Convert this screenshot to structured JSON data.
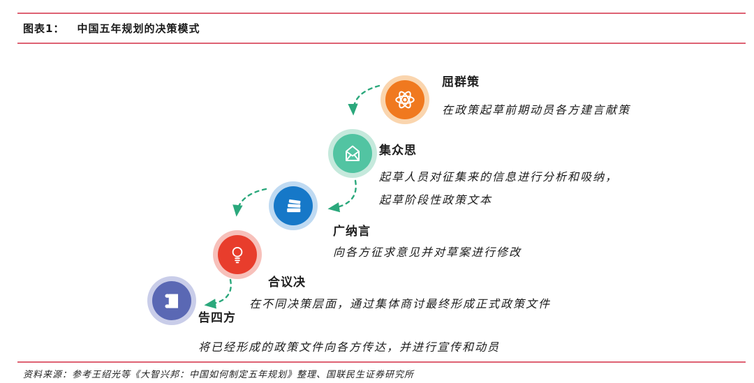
{
  "header": {
    "figure_label": "图表1：",
    "title": "中国五年规划的决策模式"
  },
  "source_note": "资料来源：参考王绍光等《大智兴邦：中国如何制定五年规划》整理、国联民生证券研究所",
  "colors": {
    "rule_line": "#DE6273",
    "arrow": "#2BA87C",
    "label_text": "#1f1f1f",
    "desc_text": "#1c1c1c"
  },
  "diagram": {
    "steps": [
      {
        "name": "屈群策",
        "icon": "atom-icon",
        "color": "#F0791F",
        "ring_color": "#FAD5AE",
        "desc_lines": [
          "在政策起草前期动员各方建言献策"
        ]
      },
      {
        "name": "集众思",
        "icon": "open-envelope-icon",
        "color": "#52C4A2",
        "ring_color": "#C5E9DC",
        "desc_lines": [
          "起草人员对征集来的信息进行分析和吸纳，",
          "起草阶段性政策文本"
        ]
      },
      {
        "name": "广纳言",
        "icon": "books-icon",
        "color": "#1678C8",
        "ring_color": "#BFDAF2",
        "desc_lines": [
          "向各方征求意见并对草案进行修改"
        ]
      },
      {
        "name": "合议决",
        "icon": "lightbulb-icon",
        "color": "#E83D2C",
        "ring_color": "#F7C0BA",
        "desc_lines": [
          "在不同决策层面，通过集体商讨最终形成正式政策文件"
        ]
      },
      {
        "name": "告四方",
        "icon": "scroll-icon",
        "color": "#5A68B4",
        "ring_color": "#C9CDE9",
        "desc_lines": [
          "将已经形成的政策文件向各方传达，并进行宣传和动员"
        ]
      }
    ]
  }
}
